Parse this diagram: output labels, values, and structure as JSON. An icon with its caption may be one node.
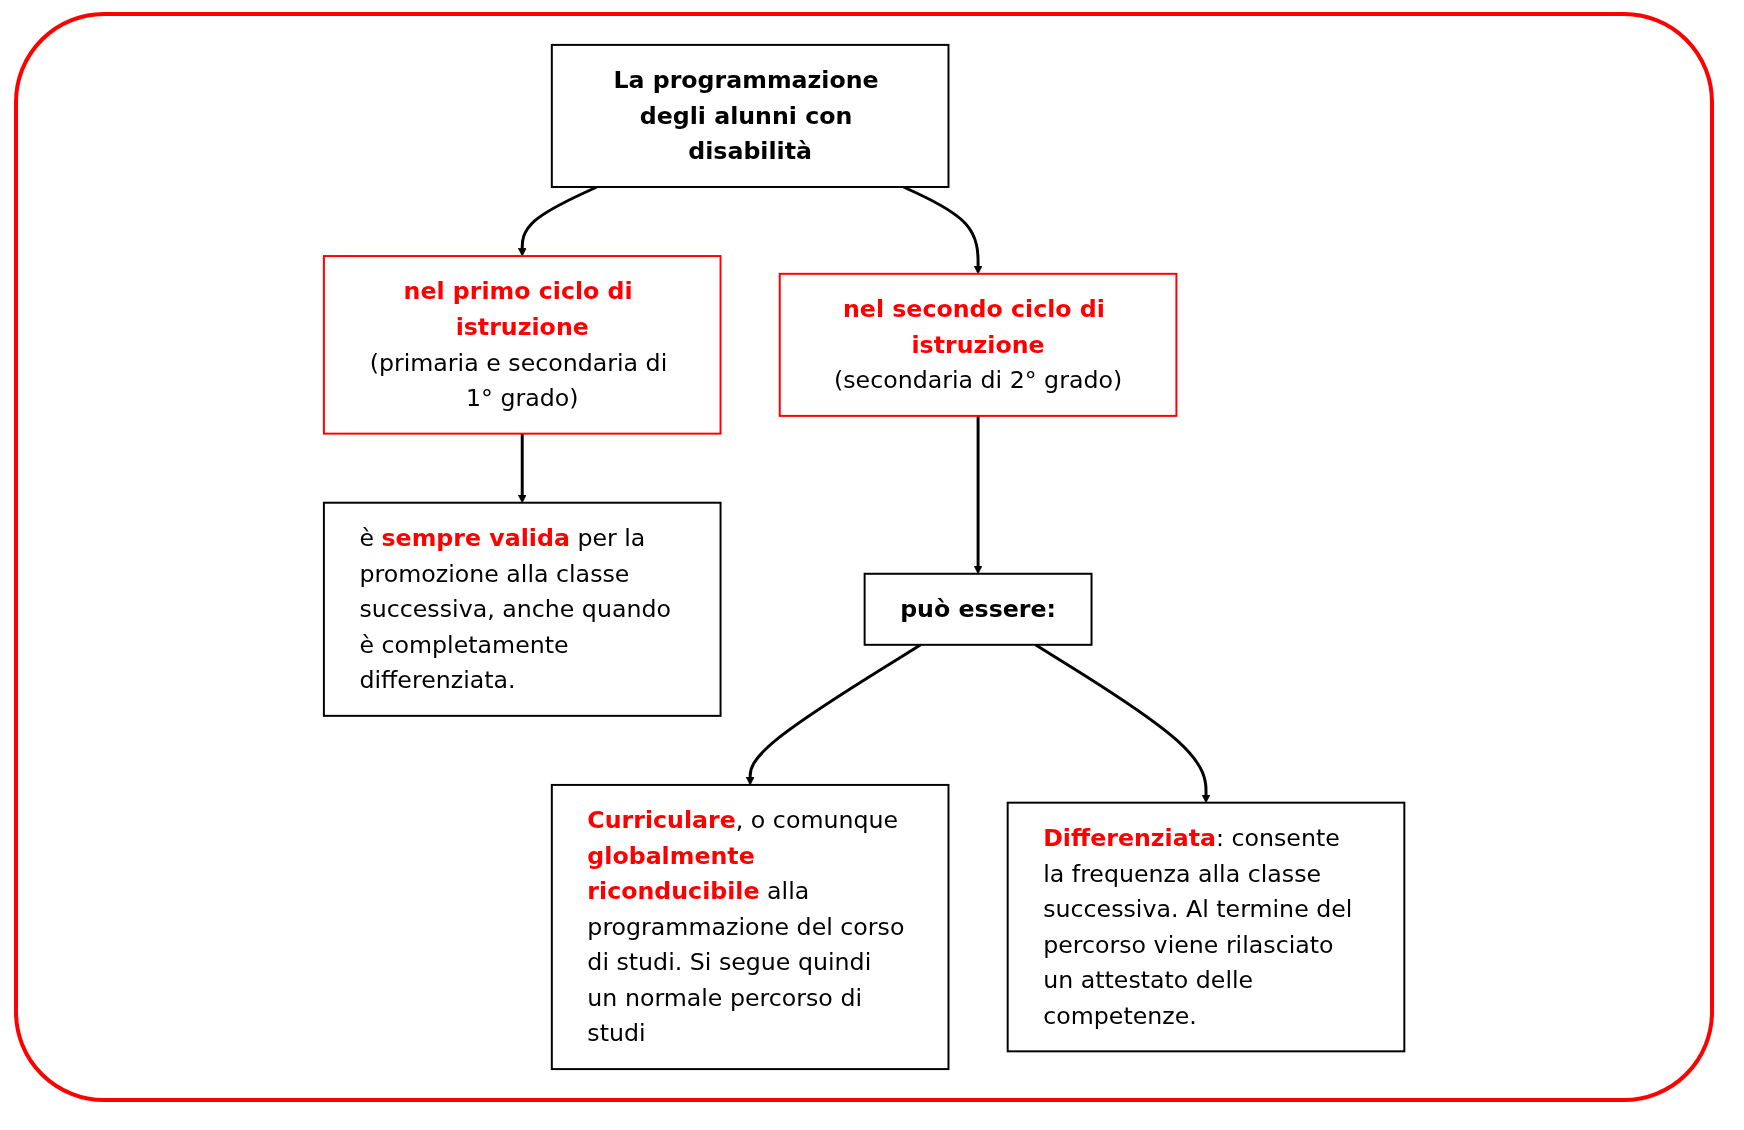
{
  "diagram": {
    "nodes": [
      {
        "text": [
          "La programmazione degli alunni con disabilità"
        ]
      },
      {
        "text": [
          "nel primo ciclo di istruzione",
          "(primaria e secondaria di 1° grado)"
        ]
      },
      {
        "text": [
          "nel secondo ciclo di istruzione",
          "(secondaria di 2° grado)"
        ]
      },
      {
        "text": [
          "è **sempre valida** per la promozione alla classe successiva, anche quando è completamente differenziata."
        ]
      },
      {
        "text": [
          "può essere:"
        ]
      },
      {
        "text": [
          "**Curriculare**, o comunque **globalmente riconducibile** alla programmazione del corso di studi. Si segue quindi un normale percorso di studi"
        ]
      },
      {
        "text": [
          "**Differenziata**: consente la frequenza alla classe successiva. Al termine del percorso viene rilasciato un attestato delle competenze."
        ]
      }
    ],
    "edges": [
      {
        "from": 0,
        "to": 1,
        "arrow": "to"
      },
      {
        "from": 0,
        "to": 2,
        "arrow": "to"
      },
      {
        "from": 1,
        "to": 3,
        "arrow": "to"
      },
      {
        "from": 2,
        "to": 4,
        "arrow": "to"
      },
      {
        "from": 4,
        "to": 5,
        "arrow": "to"
      },
      {
        "from": 4,
        "to": 6,
        "arrow": "to"
      }
    ]
  }
}
